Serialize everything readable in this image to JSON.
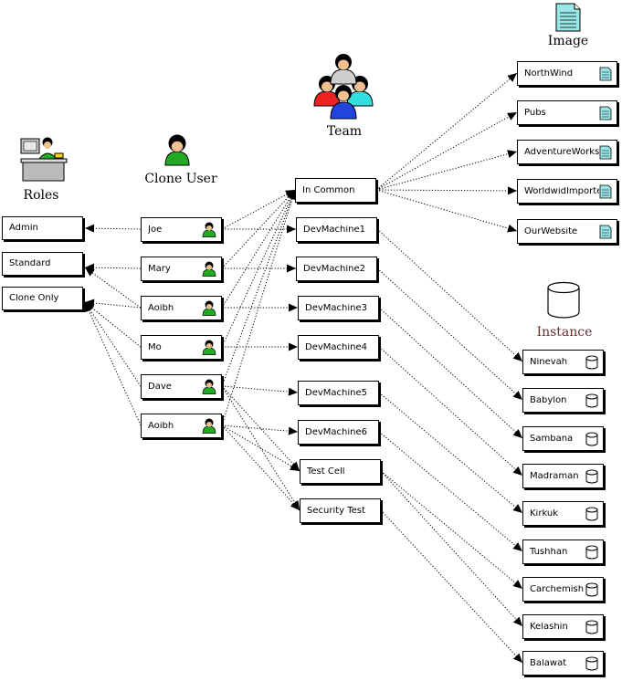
{
  "headers": {
    "roles": "Roles",
    "clone_user": "Clone User",
    "team": "Team",
    "image": "Image",
    "instance": "Instance"
  },
  "roles": [
    "Admin",
    "Standard",
    "Clone Only"
  ],
  "users": [
    "Joe",
    "Mary",
    "Aoibh",
    "Mo",
    "Dave",
    "Aoibh"
  ],
  "teams": [
    "In Common",
    "DevMachine1",
    "DevMachine2",
    "DevMachine3",
    "DevMachine4",
    "DevMachine5",
    "DevMachine6",
    "Test Cell",
    "Security Test"
  ],
  "images": [
    "NorthWind",
    "Pubs",
    "AdventureWorks",
    "WorldwidImporters",
    "OurWebsite"
  ],
  "instances": [
    "Ninevah",
    "Babylon",
    "Sambana",
    "Madraman",
    "Kirkuk",
    "Tushhan",
    "Carchemish",
    "Kelashin",
    "Balawat"
  ],
  "links": {
    "user_to_role": [
      [
        0,
        0
      ],
      [
        1,
        1
      ],
      [
        2,
        1
      ],
      [
        2,
        2
      ],
      [
        3,
        2
      ],
      [
        4,
        2
      ],
      [
        5,
        2
      ]
    ],
    "user_to_team": [
      [
        0,
        0
      ],
      [
        1,
        0
      ],
      [
        2,
        0
      ],
      [
        3,
        0
      ],
      [
        4,
        0
      ],
      [
        5,
        0
      ],
      [
        0,
        1
      ],
      [
        1,
        2
      ],
      [
        2,
        3
      ],
      [
        3,
        4
      ],
      [
        4,
        5
      ],
      [
        5,
        6
      ],
      [
        4,
        7
      ],
      [
        5,
        7
      ],
      [
        4,
        8
      ],
      [
        5,
        8
      ]
    ],
    "team_to_image": [
      [
        0,
        0
      ],
      [
        0,
        1
      ],
      [
        0,
        2
      ],
      [
        0,
        3
      ],
      [
        0,
        4
      ]
    ],
    "team_to_instance": [
      [
        1,
        0
      ],
      [
        2,
        1
      ],
      [
        3,
        2
      ],
      [
        4,
        3
      ],
      [
        5,
        4
      ],
      [
        6,
        5
      ],
      [
        7,
        6
      ],
      [
        7,
        7
      ],
      [
        8,
        8
      ]
    ]
  },
  "colors": {
    "user_icon": "#22aa22",
    "team_red": "#ee2222",
    "team_blue": "#2244dd",
    "team_cyan": "#33dddd",
    "image_icon": "#99e6e6",
    "instance_header": "#6b2e2e",
    "link": "#000000"
  }
}
